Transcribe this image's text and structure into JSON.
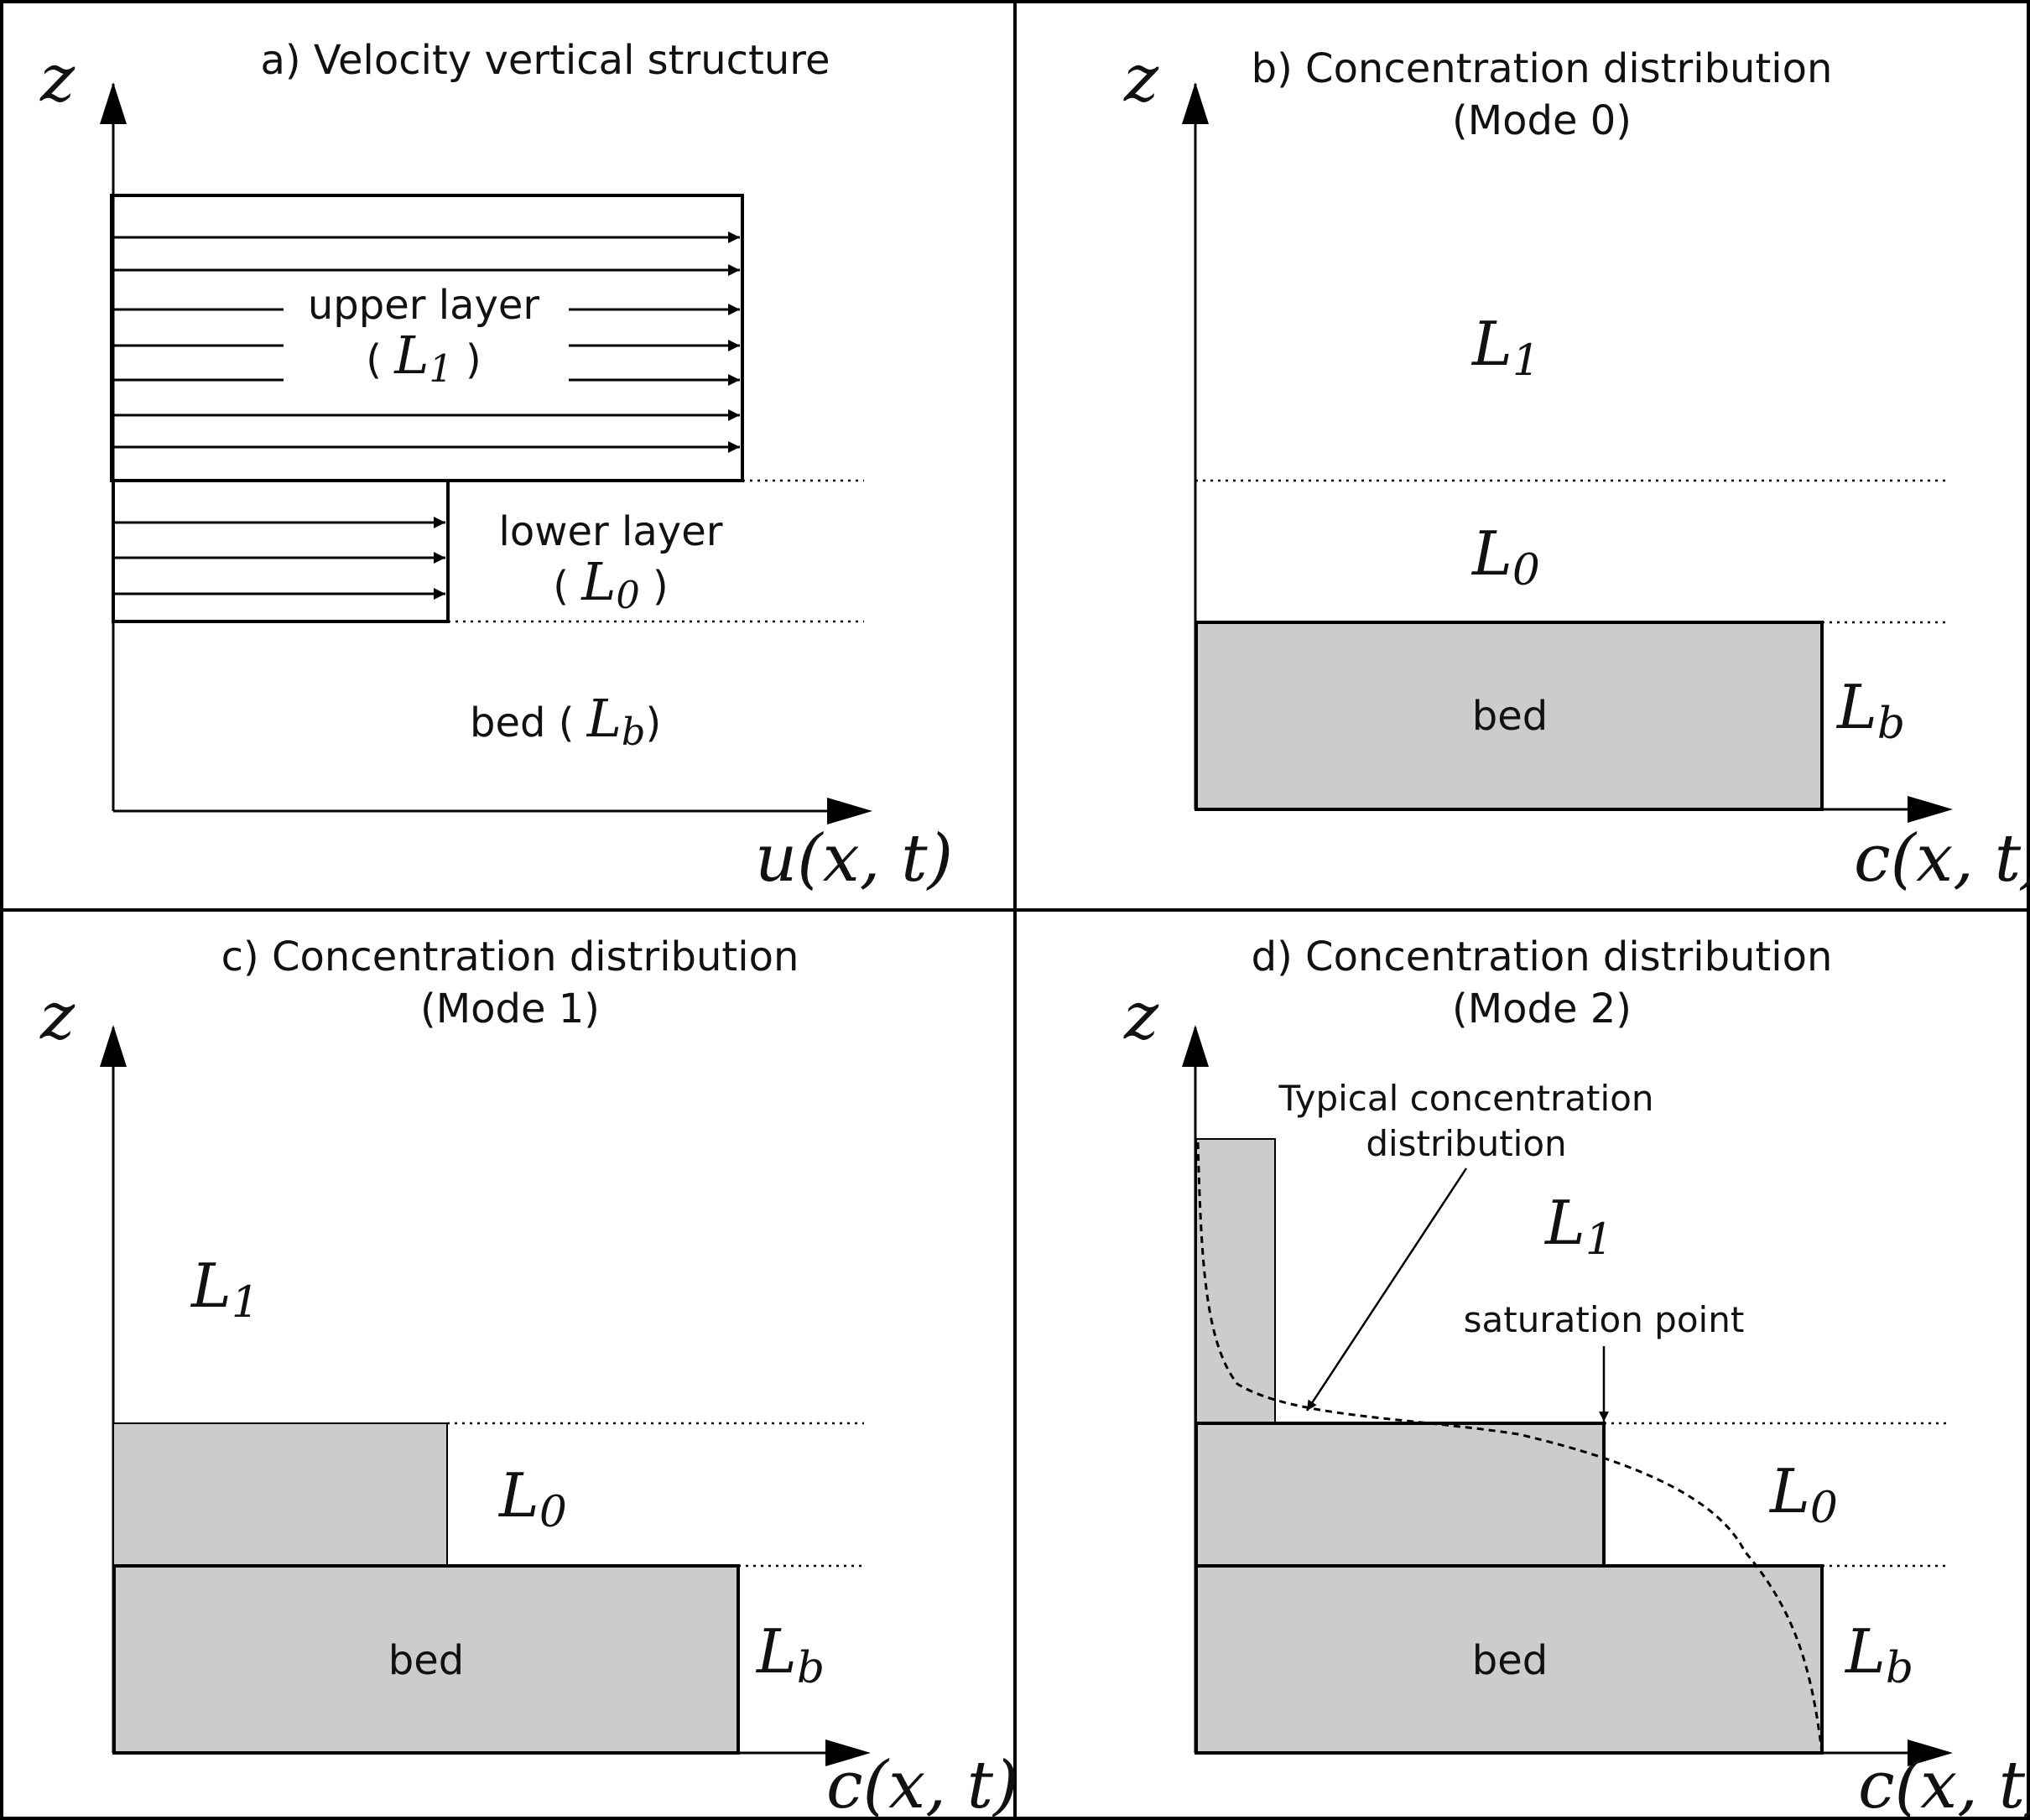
{
  "panel_a": {
    "title": "a) Velocity vertical structure",
    "z_label": "z",
    "x_label": "u(x, t)",
    "upper_label": "upper layer",
    "upper_symbol": "L",
    "upper_sub": "1",
    "lower_label": "lower layer",
    "lower_symbol": "L",
    "lower_sub": "0",
    "bed_label": "bed",
    "bed_symbol": "L",
    "bed_sub": "b"
  },
  "panel_b": {
    "title_line1": "b) Concentration distribution",
    "title_line2": "(Mode 0)",
    "z_label": "z",
    "x_label": "c(x, t)",
    "l1_symbol": "L",
    "l1_sub": "1",
    "l0_symbol": "L",
    "l0_sub": "0",
    "bed_label": "bed",
    "lb_symbol": "L",
    "lb_sub": "b"
  },
  "panel_c": {
    "title_line1": "c) Concentration distribution",
    "title_line2": "(Mode 1)",
    "z_label": "z",
    "x_label": "c(x, t)",
    "l1_symbol": "L",
    "l1_sub": "1",
    "l0_symbol": "L",
    "l0_sub": "0",
    "bed_label": "bed",
    "lb_symbol": "L",
    "lb_sub": "b"
  },
  "panel_d": {
    "title_line1": "d) Concentration distribution",
    "title_line2": "(Mode 2)",
    "z_label": "z",
    "x_label": "c(x, t)",
    "typical_line1": "Typical concentration",
    "typical_line2": "distribution",
    "saturation_label": "saturation point",
    "l1_symbol": "L",
    "l1_sub": "1",
    "l0_symbol": "L",
    "l0_sub": "0",
    "bed_label": "bed",
    "lb_symbol": "L",
    "lb_sub": "b"
  }
}
